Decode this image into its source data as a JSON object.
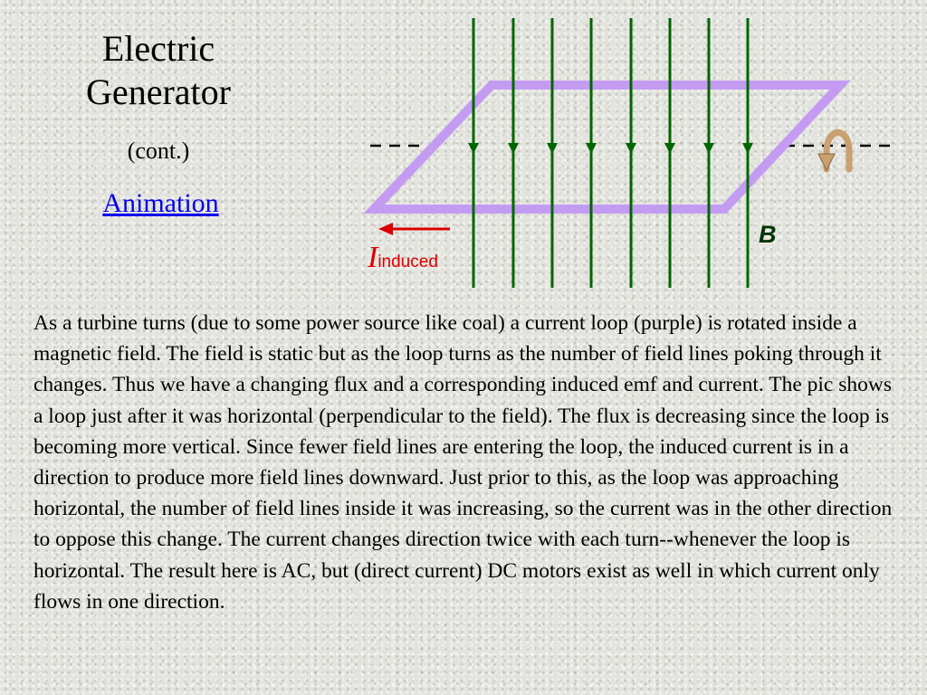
{
  "slide": {
    "title_line1": "Electric",
    "title_line2": "Generator",
    "subtitle": "(cont.)",
    "link": "Animation",
    "field_label": "B",
    "current_symbol": "I",
    "current_subscript": "induced",
    "body": "As a turbine turns (due to some power source like coal) a current loop (purple) is rotated inside a magnetic field. The field is static but as the loop turns as the number of field lines poking through it changes. Thus we have a changing flux and a corresponding induced emf and current. The pic shows a loop just after it was horizontal (perpendicular to the field). The flux is decreasing since the loop is becoming more vertical. Since fewer field lines are entering the loop, the induced current is in a direction to produce more field lines downward. Just prior to this, as the loop was approaching horizontal, the number of field lines inside it was increasing, so the current was in the other direction to oppose this change. The current changes direction twice with each turn--whenever the loop is horizontal. The result here is AC, but (direct current) DC motors exist as well in which current only flows in one direction."
  },
  "colors": {
    "field_line": "#006600",
    "loop": "#c39cf2",
    "current_arrow": "#dd0000",
    "rotation_arrow": "#c9a070",
    "link": "#0000ee"
  },
  "icons": {
    "rotation": "curved-rotation-arrow-icon",
    "current": "left-arrow-icon"
  }
}
